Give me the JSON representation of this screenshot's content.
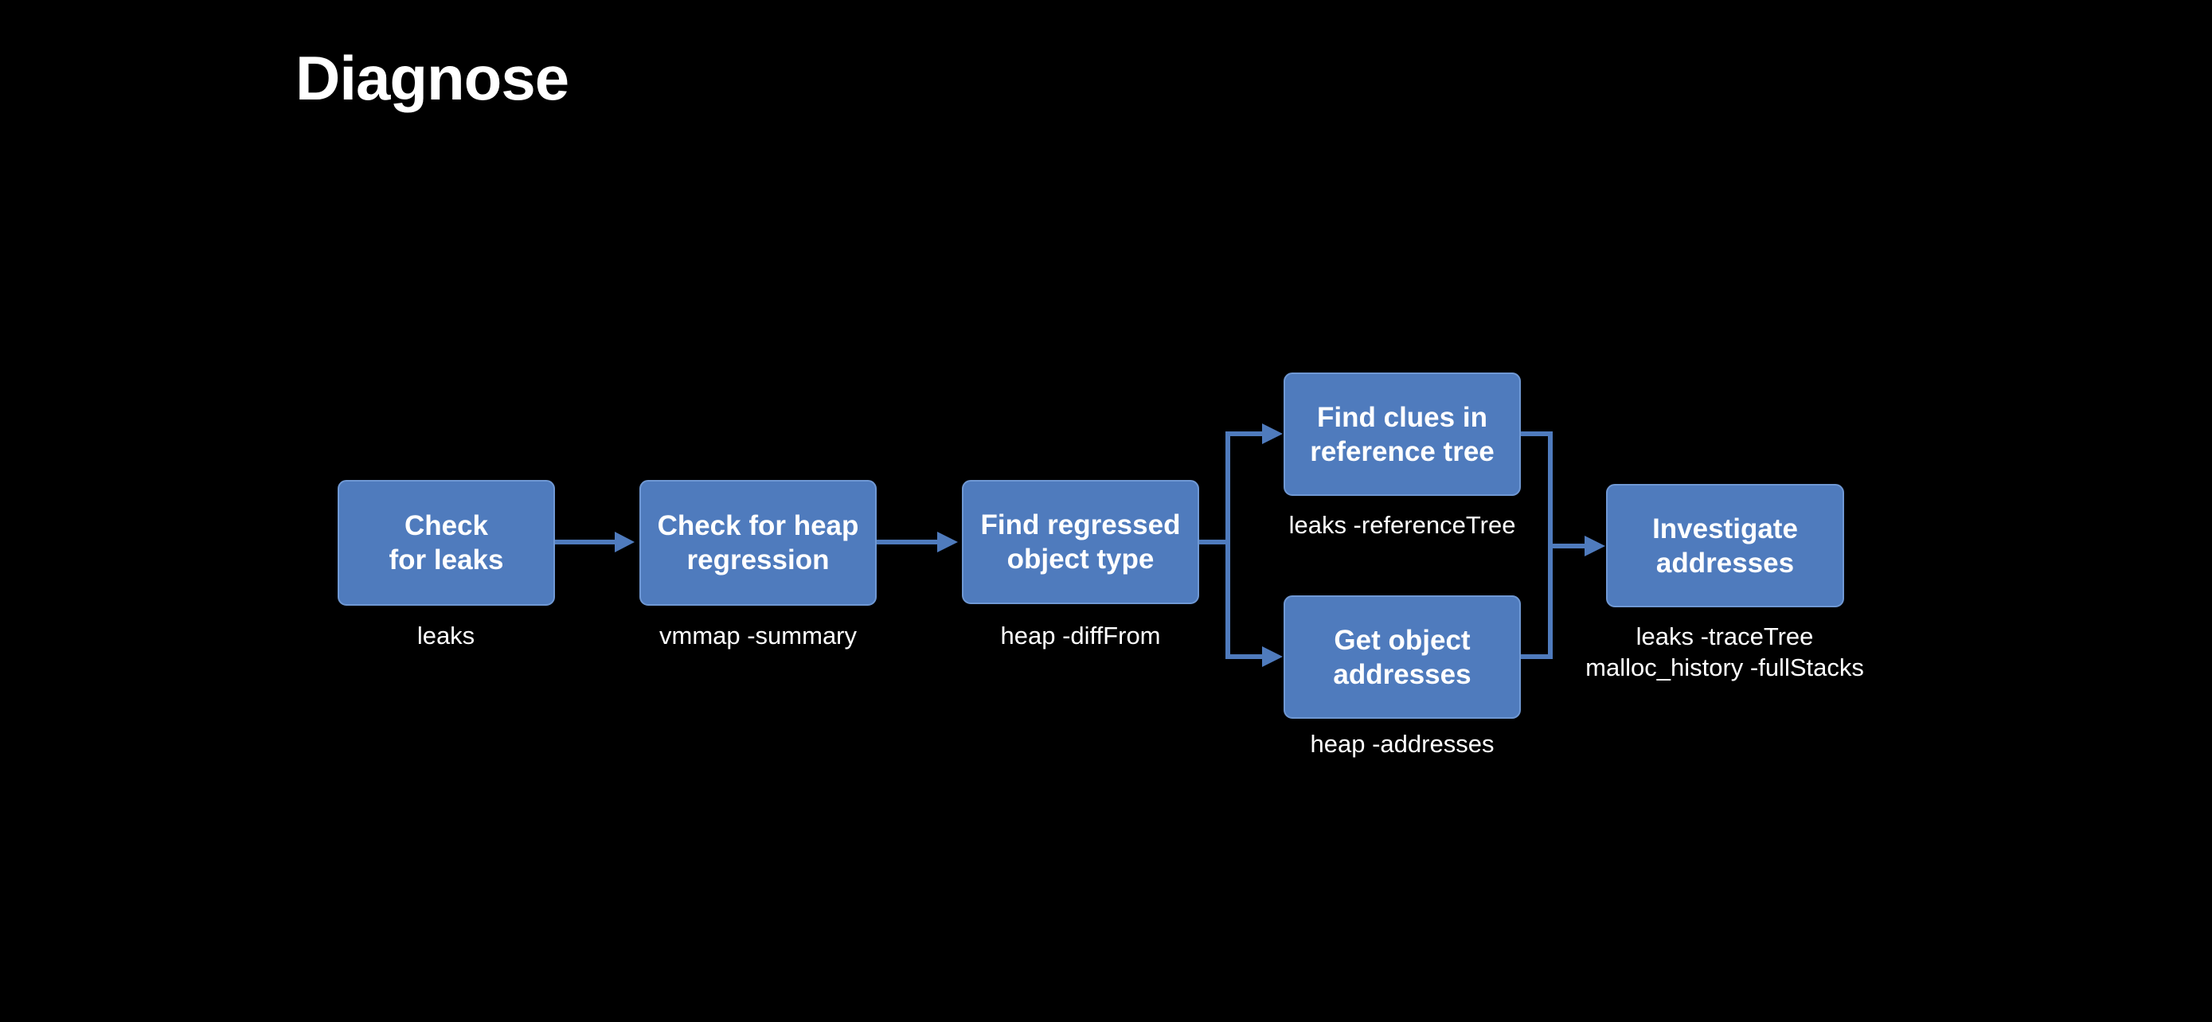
{
  "slide": {
    "title": "Diagnose",
    "accent_color": "#4f7bbd",
    "background_color": "#000000"
  },
  "steps": {
    "check_leaks": {
      "label": "Check\nfor leaks",
      "command": "leaks"
    },
    "heap_regression": {
      "label": "Check for heap\nregression",
      "command": "vmmap -summary"
    },
    "regressed_type": {
      "label": "Find regressed\nobject type",
      "command": "heap -diffFrom"
    },
    "reference_tree": {
      "label": "Find clues in\nreference tree",
      "command": "leaks -referenceTree"
    },
    "object_addresses": {
      "label": "Get object\naddresses",
      "command": "heap -addresses"
    },
    "investigate": {
      "label": "Investigate\naddresses",
      "command_line1": "leaks -traceTree",
      "command_line2": "malloc_history -fullStacks"
    }
  }
}
